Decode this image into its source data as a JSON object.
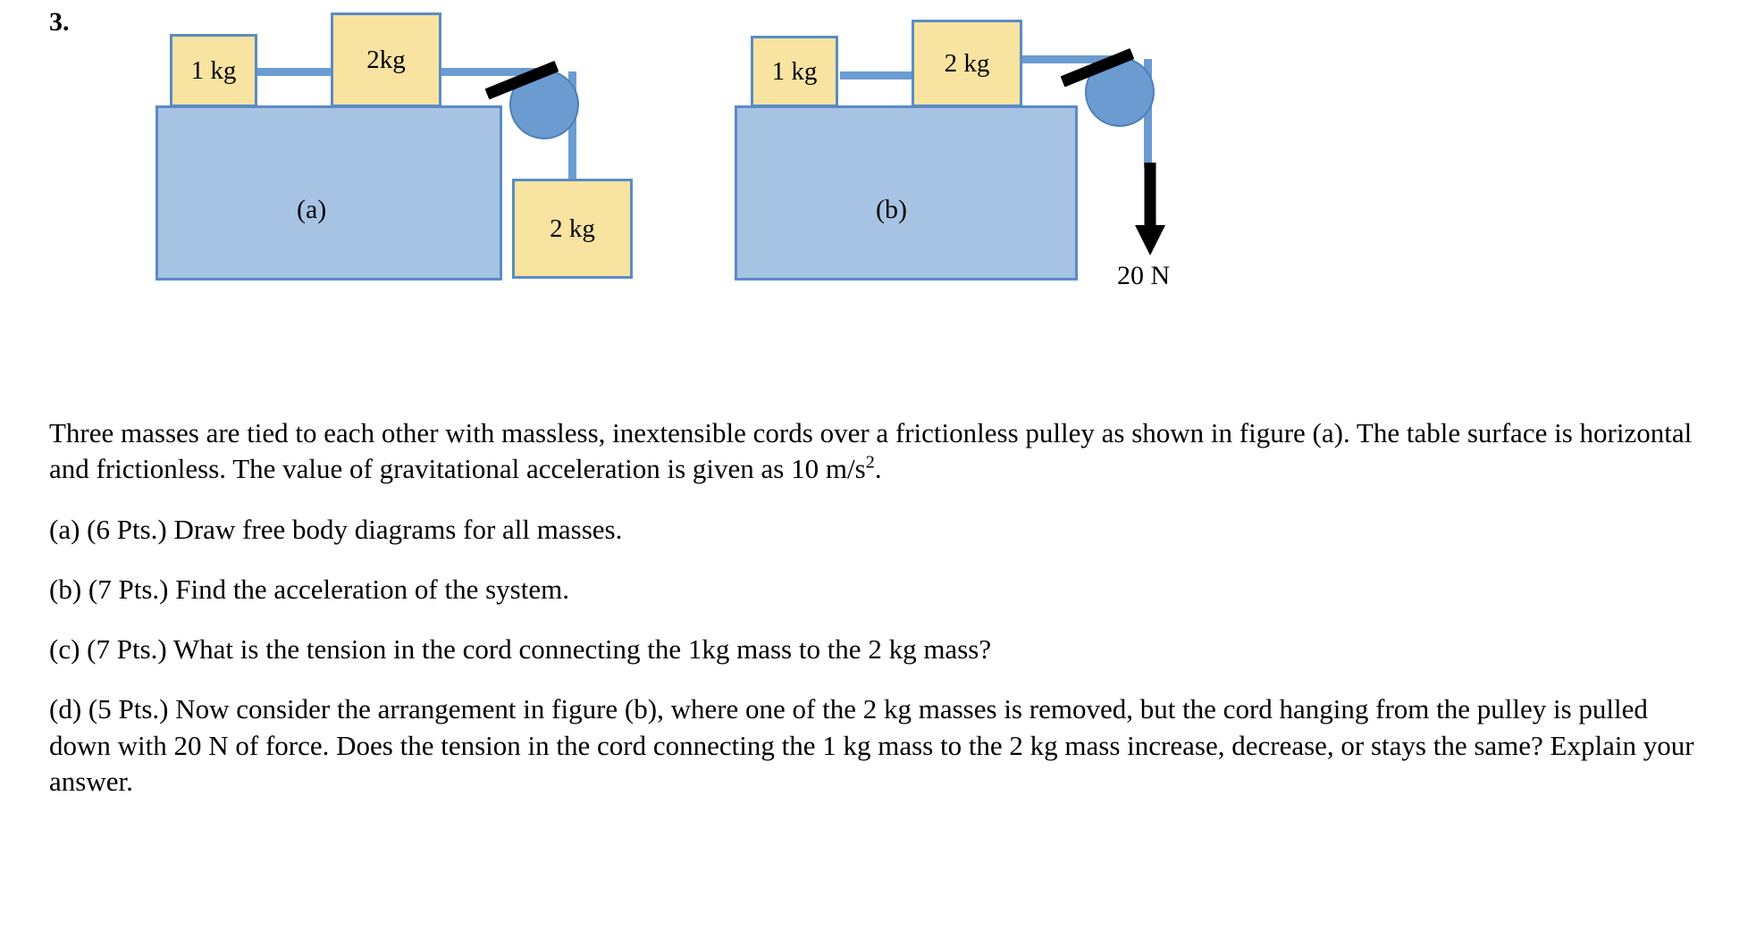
{
  "question": {
    "number": "3."
  },
  "figures": [
    {
      "id": "a",
      "caption": "(a)",
      "blocks": [
        {
          "name": "block-1kg",
          "label": "1 kg"
        },
        {
          "name": "block-2kg-table",
          "label": "2kg"
        },
        {
          "name": "block-2kg-hanging",
          "label": "2 kg"
        }
      ]
    },
    {
      "id": "b",
      "caption": "(b)",
      "blocks": [
        {
          "name": "block-1kg",
          "label": "1 kg"
        },
        {
          "name": "block-2kg-table",
          "label": "2 kg"
        }
      ],
      "force_label": "20 N"
    }
  ],
  "colors": {
    "block_fill": "#F8E3A1",
    "block_border": "#5B8BC4",
    "table_fill": "#A7C3E3",
    "table_border": "#5B8BC4",
    "cord": "#6B9BD1",
    "pulley": "#6B9BD1",
    "arrow": "#000000"
  },
  "body": {
    "intro_line1": "Three masses are tied to each other with massless, inextensible cords over a frictionless pulley as shown in figure (a).",
    "intro_line2_before": "The table surface is horizontal and frictionless. The value of gravitational acceleration is given as 10 m/s",
    "intro_exponent": "2",
    "intro_line2_after": ".",
    "item_a": "(a) (6 Pts.) Draw free body diagrams for all masses.",
    "item_b": "(b) (7 Pts.) Find the acceleration of the system.",
    "item_c": "(c) (7 Pts.) What is the tension in the cord connecting the 1kg mass to the 2 kg mass?",
    "item_d": "(d) (5 Pts.) Now consider the arrangement in figure (b), where one of the 2 kg masses is removed, but the cord hanging from the pulley is pulled down with 20 N of force. Does the tension in the cord connecting the 1 kg mass to the 2 kg mass increase, decrease, or stays the same? Explain your answer."
  }
}
